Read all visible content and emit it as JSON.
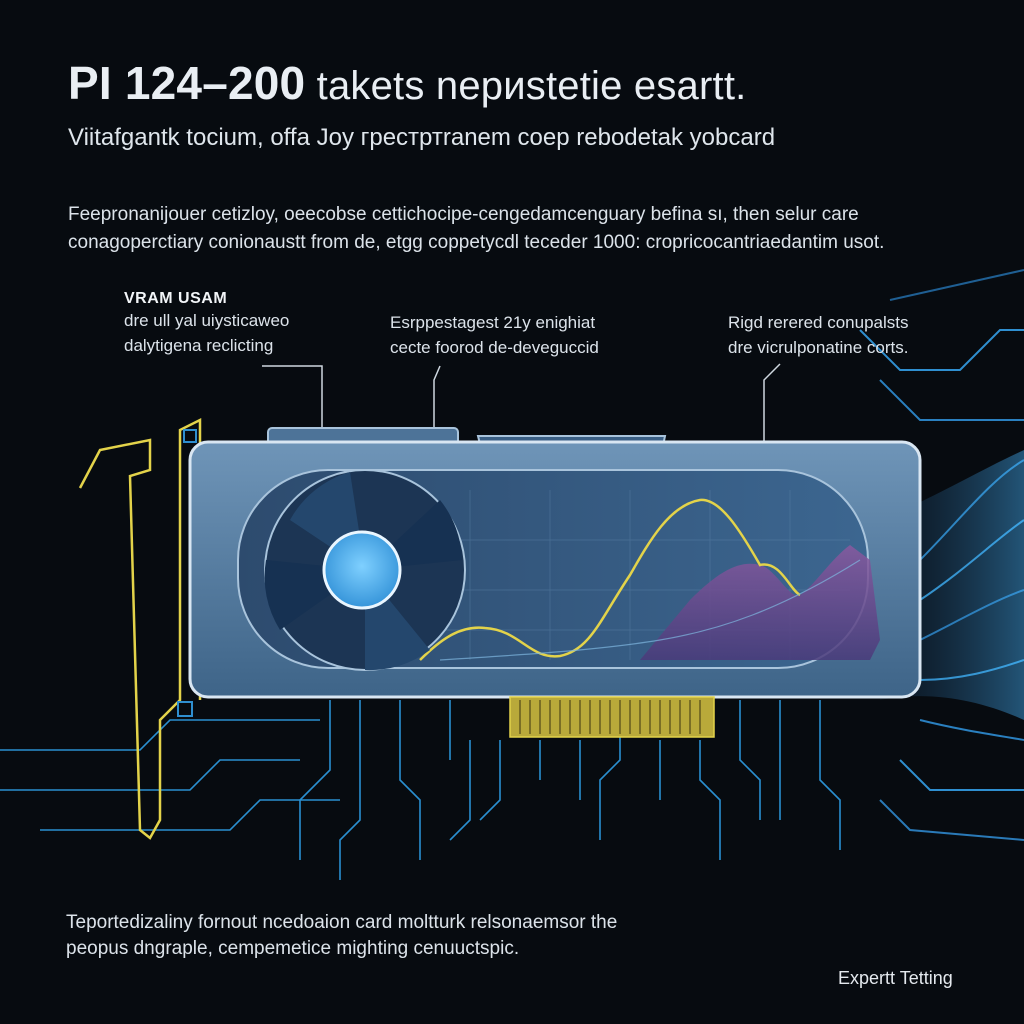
{
  "header": {
    "title_strong": "PI 124–200",
    "title_rest": "takets nepиstetie esartt.",
    "subtitle": "Viitafgantk tocium, offa Joy грестртranem coep rebodetak yobcard"
  },
  "intro": {
    "line1": "Feepronanijouer cetizloy, oeecobse cettichocipe-cengedamcenguary befina sı, then selur care",
    "line2": "conagoperctiary conionaustt from de, etgg coppetycdl teceder 1000: cropricocantriaedantim usot."
  },
  "callouts": {
    "vram": {
      "heading": "VRAM USAM",
      "line1": "dre ull yal uiysticaweo",
      "line2": "dalytigena reclicting"
    },
    "middle": {
      "line1": "Esrppestagest 21y enighiat",
      "line2": "cecte foorod de-deveguccid"
    },
    "right": {
      "line1": "Rigd rerered conupalsts",
      "line2": "dre vicrulponatine corts."
    }
  },
  "footer": {
    "line1": "Teportedizaliny fornout ncedoaion card moltturk relsonaemsor the",
    "line2": "peopus dngraple, cempemetice mighting cenuuctspic.",
    "brand": "Expertt Tetting"
  },
  "colors": {
    "background": "#070b10",
    "circuit": "#2a8fd0",
    "card_body": "#4f79a0",
    "accent_yellow": "#e3d34a",
    "accent_purple": "#7a4f8f",
    "fan_hub": "#5bb6f0"
  }
}
